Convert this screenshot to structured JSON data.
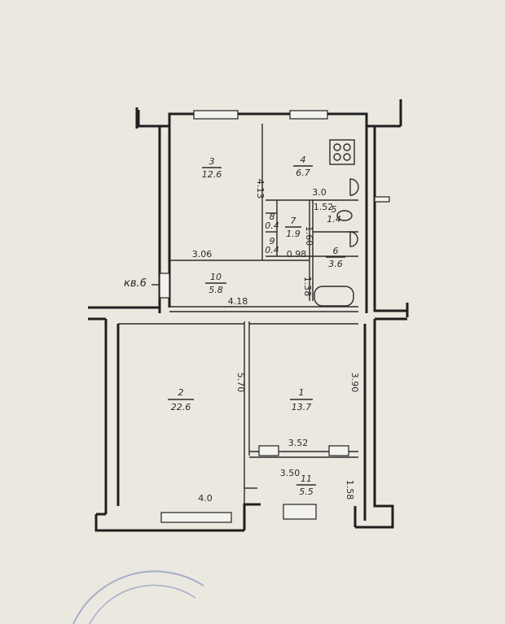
{
  "rooms": [
    {
      "number": "3",
      "area": "12.6"
    },
    {
      "number": "4",
      "area": "6.7"
    },
    {
      "number": "8",
      "area": "0.4"
    },
    {
      "number": "9",
      "area": "0.4"
    },
    {
      "number": "7",
      "area": "1.9"
    },
    {
      "number": "5",
      "area": "1.4"
    },
    {
      "number": "6",
      "area": "3.6"
    },
    {
      "number": "10",
      "area": "5.8"
    },
    {
      "number": "2",
      "area": "22.6"
    },
    {
      "number": "1",
      "area": "13.7"
    },
    {
      "number": "11",
      "area": "5.5"
    }
  ],
  "dimensions": {
    "d413": "4.13",
    "d306": "3.06",
    "d30": "3.0",
    "d152": "1.52",
    "d160": "1.60",
    "d098": "0.98",
    "d138": "1.38",
    "d418": "4.18",
    "d570": "5.70",
    "d390": "3.90",
    "d352": "3.52",
    "d350": "3.50",
    "d40": "4.0",
    "d158": "1.58"
  },
  "apartment_label": "кв.6"
}
